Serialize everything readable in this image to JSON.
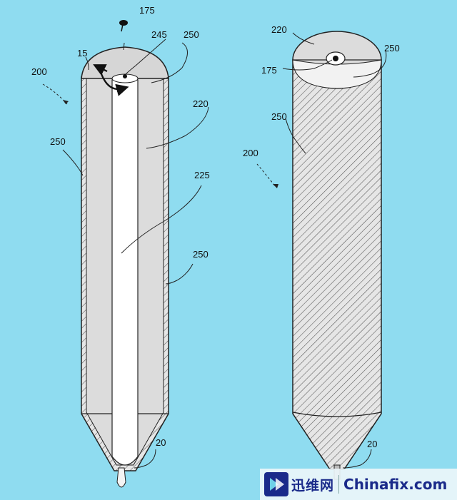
{
  "labels": {
    "left_175": "175",
    "left_15": "15",
    "left_245": "245",
    "left_250_top": "250",
    "left_200": "200",
    "left_220": "220",
    "left_250_side": "250",
    "left_225": "225",
    "left_250_lower": "250",
    "left_20": "20",
    "right_220": "220",
    "right_250_top": "250",
    "right_175": "175",
    "right_250_body": "250",
    "right_200": "200",
    "right_20": "20"
  },
  "watermark": {
    "chinese": "迅维网",
    "english": "Chinafix.com"
  },
  "colors": {
    "background": "#8fdcf0",
    "body_fill": "#dcdcdc",
    "core_fill": "#ffffff",
    "outline": "#222222",
    "watermark_text": "#1a2a8a"
  }
}
